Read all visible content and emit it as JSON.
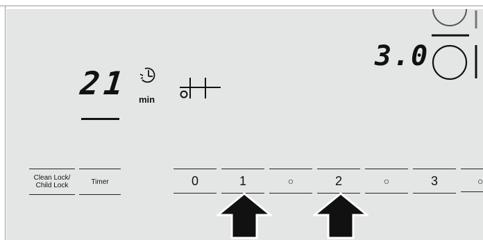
{
  "display": {
    "timer_value": "21",
    "timer_unit": "min",
    "level_value": "3.0"
  },
  "icons": [
    "timer-clock-icon",
    "child-lock-icon",
    "cooking-zone-icon"
  ],
  "buttons": {
    "clean_lock_line1": "Clean Lock/",
    "clean_lock_line2": "Child Lock",
    "timer": "Timer"
  },
  "slider": {
    "labels": [
      "0",
      "1",
      "○",
      "2",
      "○",
      "3",
      "○"
    ]
  },
  "arrows": {
    "pointing_to": [
      "1",
      "2"
    ]
  }
}
